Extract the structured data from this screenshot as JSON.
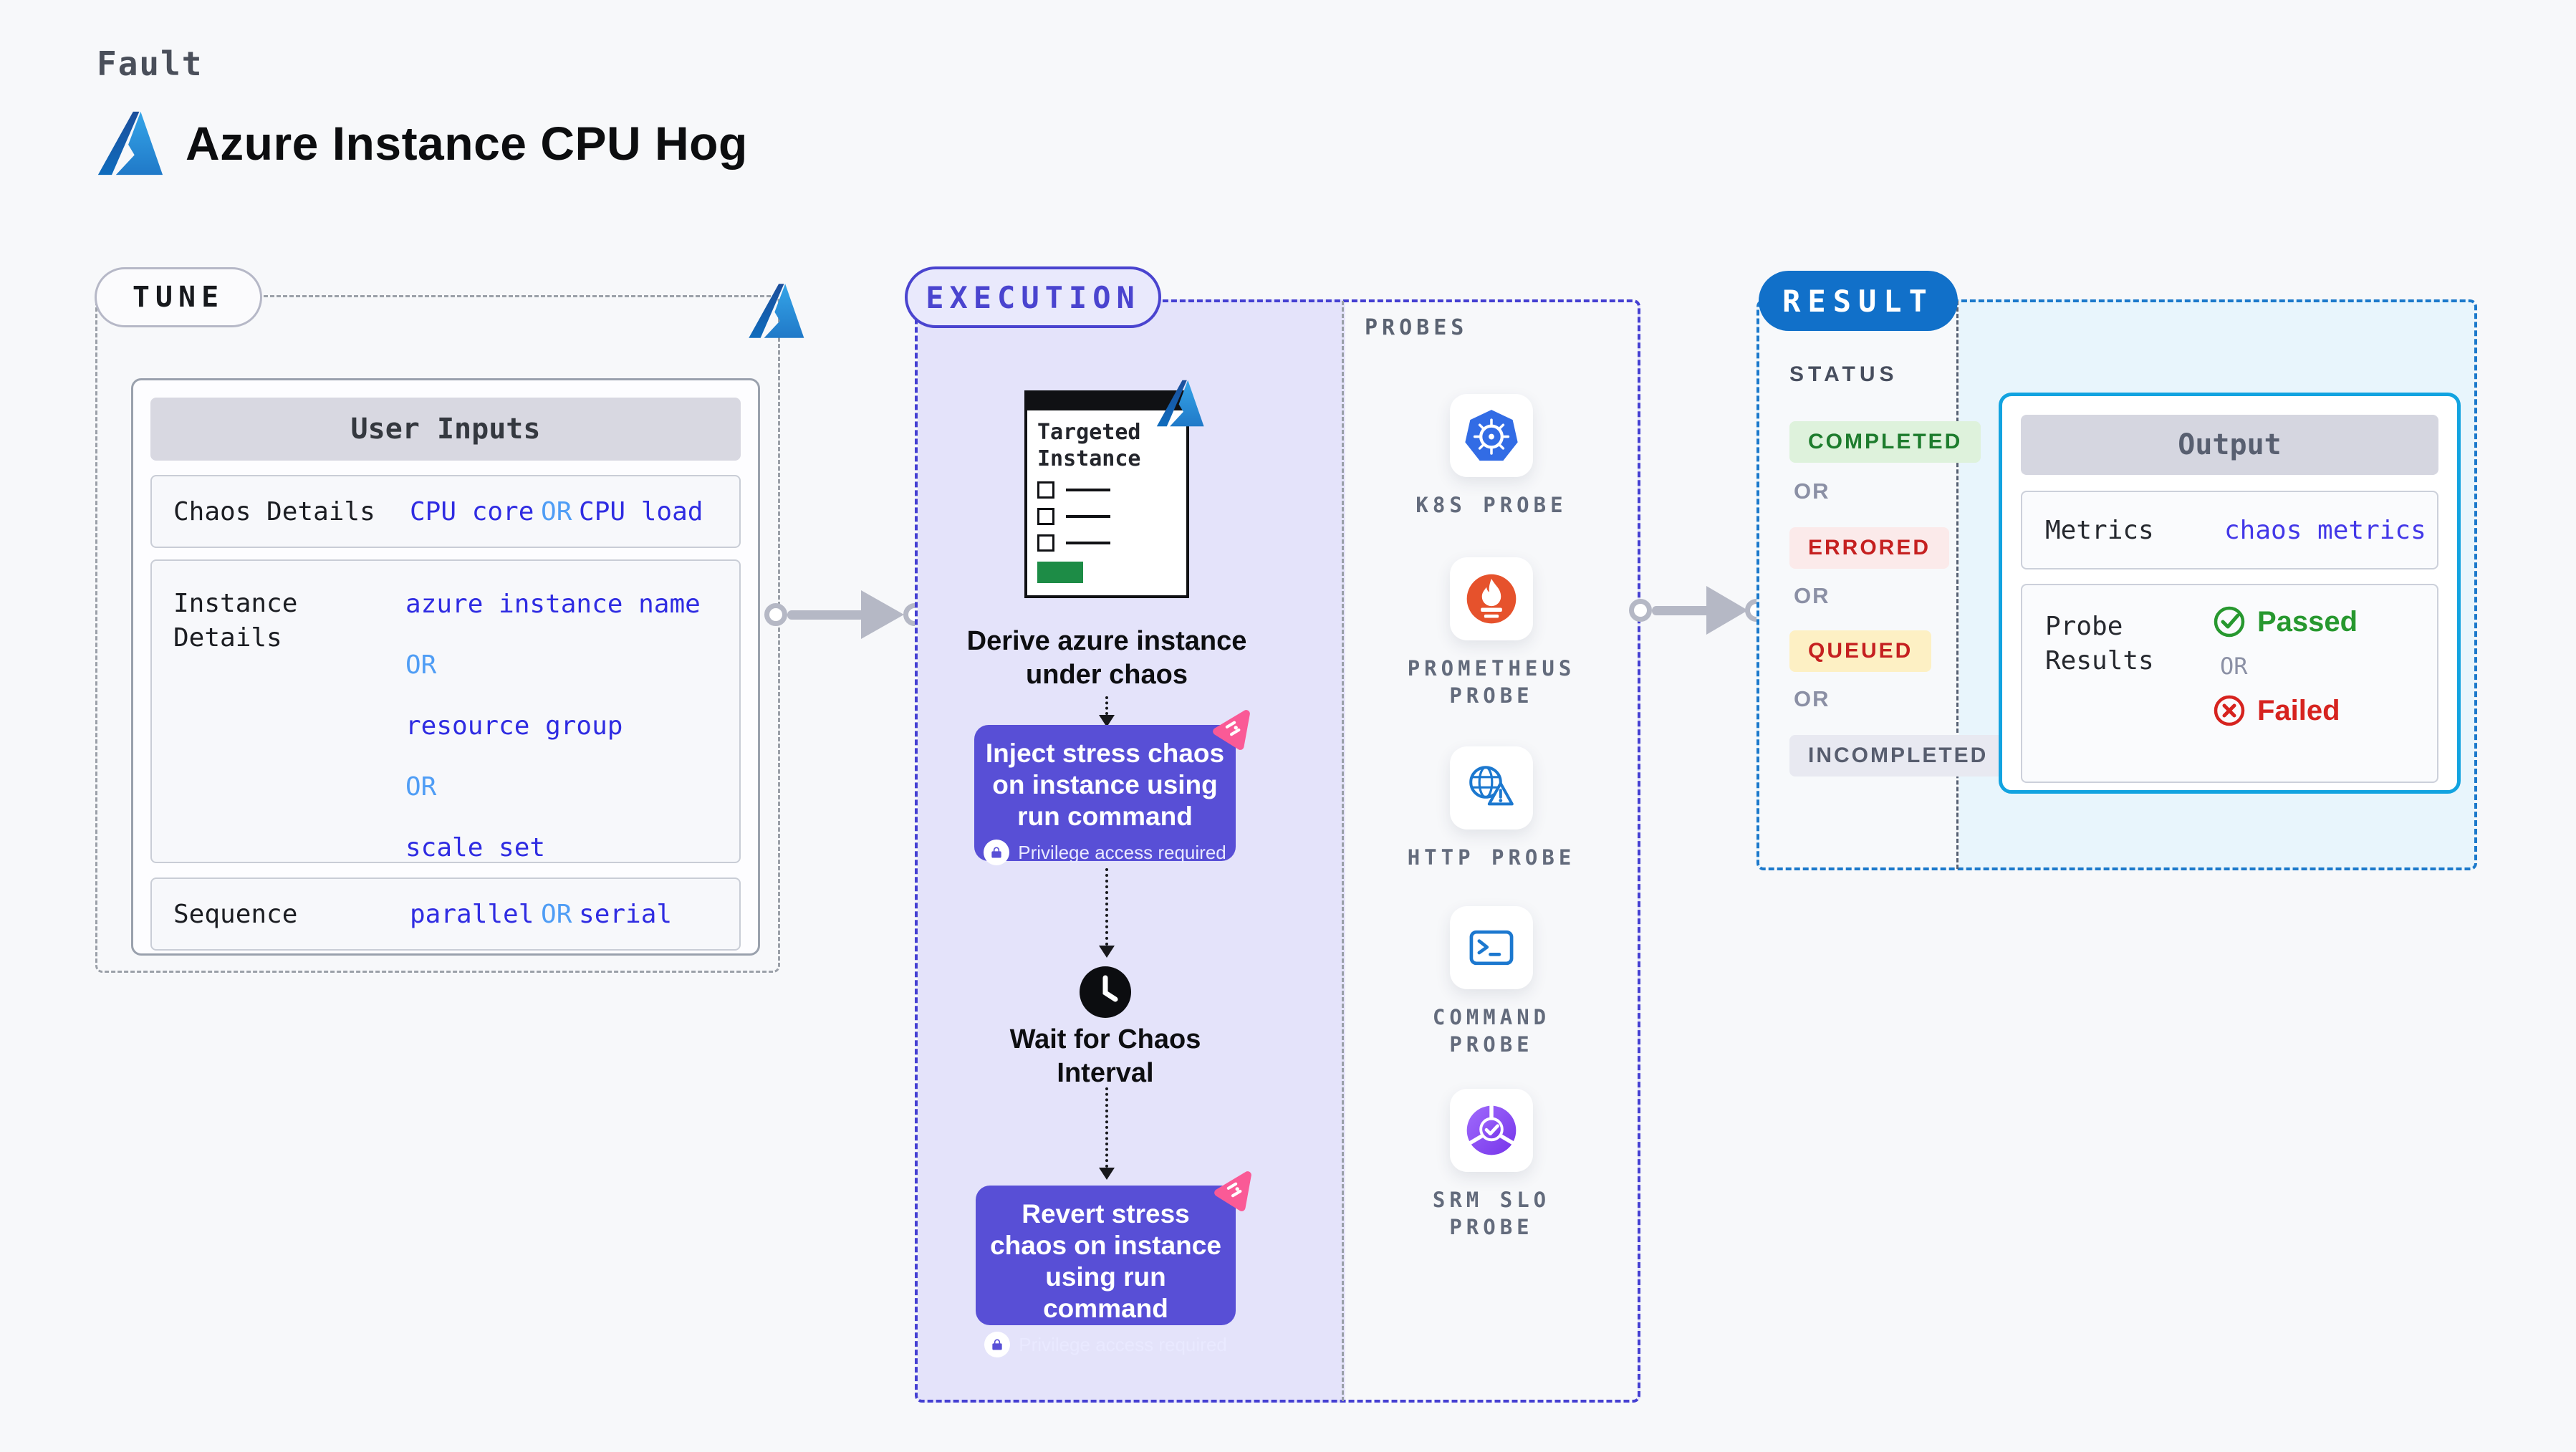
{
  "page": {
    "eyebrow": "Fault",
    "title": "Azure Instance CPU Hog"
  },
  "tune": {
    "badge": "TUNE",
    "card_title": "User Inputs",
    "chaos": {
      "label": "Chaos Details",
      "v1": "CPU core",
      "or": "OR",
      "v2": "CPU load"
    },
    "instance": {
      "label": "Instance Details",
      "v1": "azure instance name",
      "or1": "OR",
      "v2": "resource group",
      "or2": "OR",
      "v3": "scale set"
    },
    "sequence": {
      "label": "Sequence",
      "v1": "parallel",
      "or": "OR",
      "v2": "serial"
    }
  },
  "execution": {
    "badge": "EXECUTION",
    "window_title": "Targeted Instance",
    "derive_caption": "Derive azure instance under chaos",
    "inject_title": "Inject stress chaos on instance using run command",
    "wait_caption": "Wait for Chaos Interval",
    "revert_title": "Revert stress chaos on instance using run command",
    "privilege_note": "Privilege access required"
  },
  "probes": {
    "label": "PROBES",
    "items": [
      {
        "icon": "kubernetes-icon",
        "label": "K8S PROBE"
      },
      {
        "icon": "prometheus-icon",
        "label": "PROMETHEUS PROBE"
      },
      {
        "icon": "http-globe-warning-icon",
        "label": "HTTP PROBE"
      },
      {
        "icon": "terminal-icon",
        "label": "COMMAND PROBE"
      },
      {
        "icon": "slo-donut-check-icon",
        "label": "SRM SLO PROBE"
      }
    ]
  },
  "result": {
    "badge": "RESULT",
    "status_label": "STATUS",
    "or": "OR",
    "statuses": [
      {
        "label": "COMPLETED",
        "type": "completed"
      },
      {
        "label": "ERRORED",
        "type": "errored"
      },
      {
        "label": "QUEUED",
        "type": "queued"
      },
      {
        "label": "INCOMPLETED",
        "type": "incompleted"
      }
    ],
    "output": {
      "title": "Output",
      "metrics_label": "Metrics",
      "metrics_value": "chaos metrics",
      "probe_results_label": "Probe Results",
      "passed": "Passed",
      "or": "OR",
      "failed": "Failed"
    }
  },
  "colors": {
    "page_bg": "#f7f8fa",
    "tune_dash": "#9ba0a8",
    "execution_dash": "#443fd2",
    "execution_fill": "#e4e3fa",
    "result_dash": "#1b79cb",
    "result_fill": "#e8f5fc",
    "result_pill": "#1170c9",
    "value_blue": "#2f2ce2",
    "or_blue": "#4f9df5",
    "card_purple": "#584fd6",
    "chaos_pink": "#fa5a96",
    "output_border_cyan": "#12a3e0",
    "completed_green": "#1d7c2d",
    "errored_red": "#c52020",
    "queued_yellow_bg": "#fdf0c4",
    "passed_green": "#27982f",
    "failed_red": "#d6231f",
    "kubernetes_blue": "#326ce5",
    "prometheus_orange": "#e6522c",
    "azure_blue": "#2584d6",
    "targeted_green": "#1d8c46"
  }
}
